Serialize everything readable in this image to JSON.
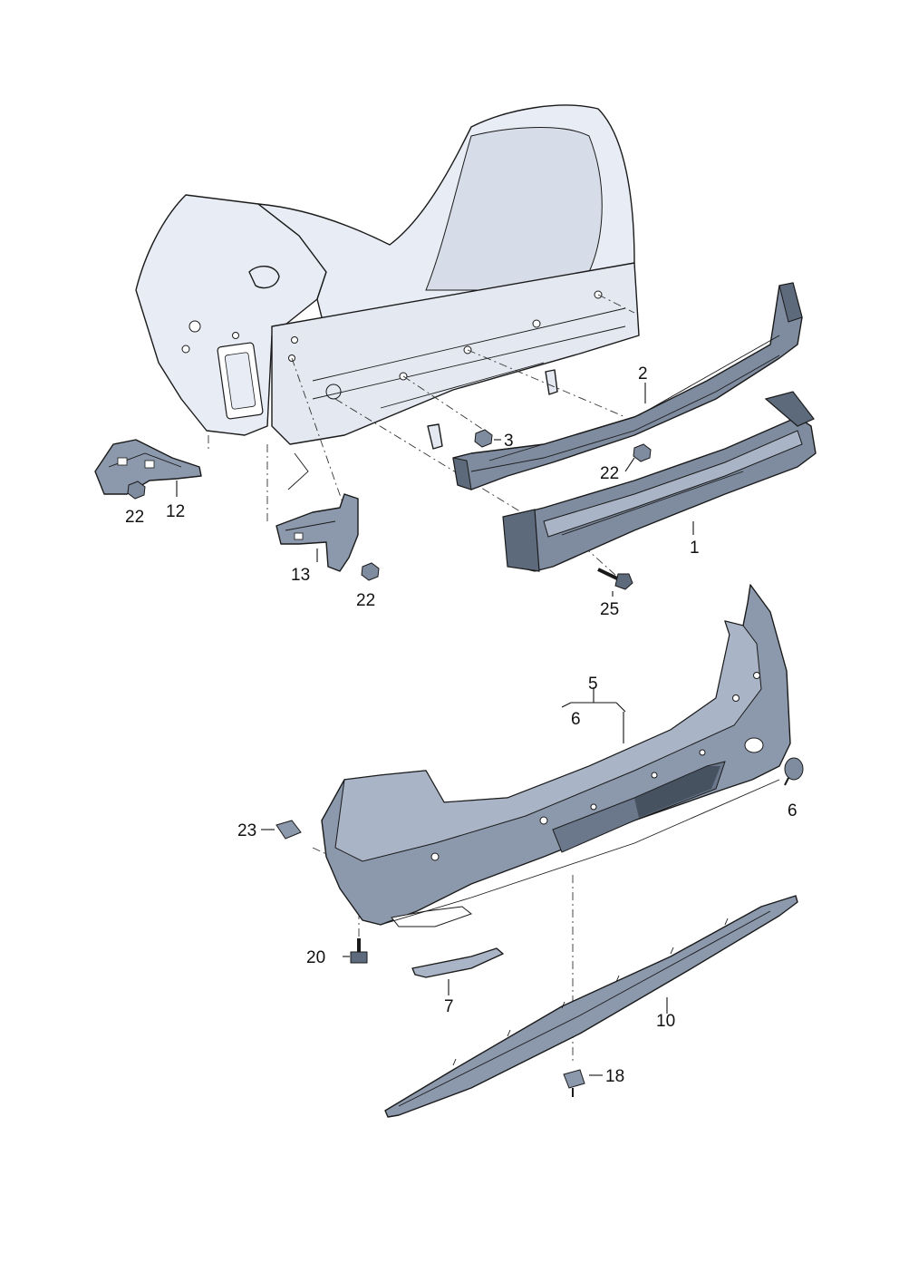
{
  "colors": {
    "body_shell": "#e8ecf4",
    "body_shell_shadow": "#cfd6e2",
    "part_dark": "#5d6a7c",
    "part_mid": "#7f8ca0",
    "part_light": "#a9b5c6",
    "bumper_cover": "#8c99ad",
    "outline": "#1a1a1a"
  },
  "callouts": {
    "c1": "1",
    "c2": "2",
    "c3": "3",
    "c5": "5",
    "c6_bracket": "6",
    "c6_cap": "6",
    "c7": "7",
    "c10": "10",
    "c12": "12",
    "c13": "13",
    "c18": "18",
    "c20": "20",
    "c22_left": "22",
    "c22_mid": "22",
    "c22_right": "22",
    "c23": "23",
    "c25": "25"
  }
}
